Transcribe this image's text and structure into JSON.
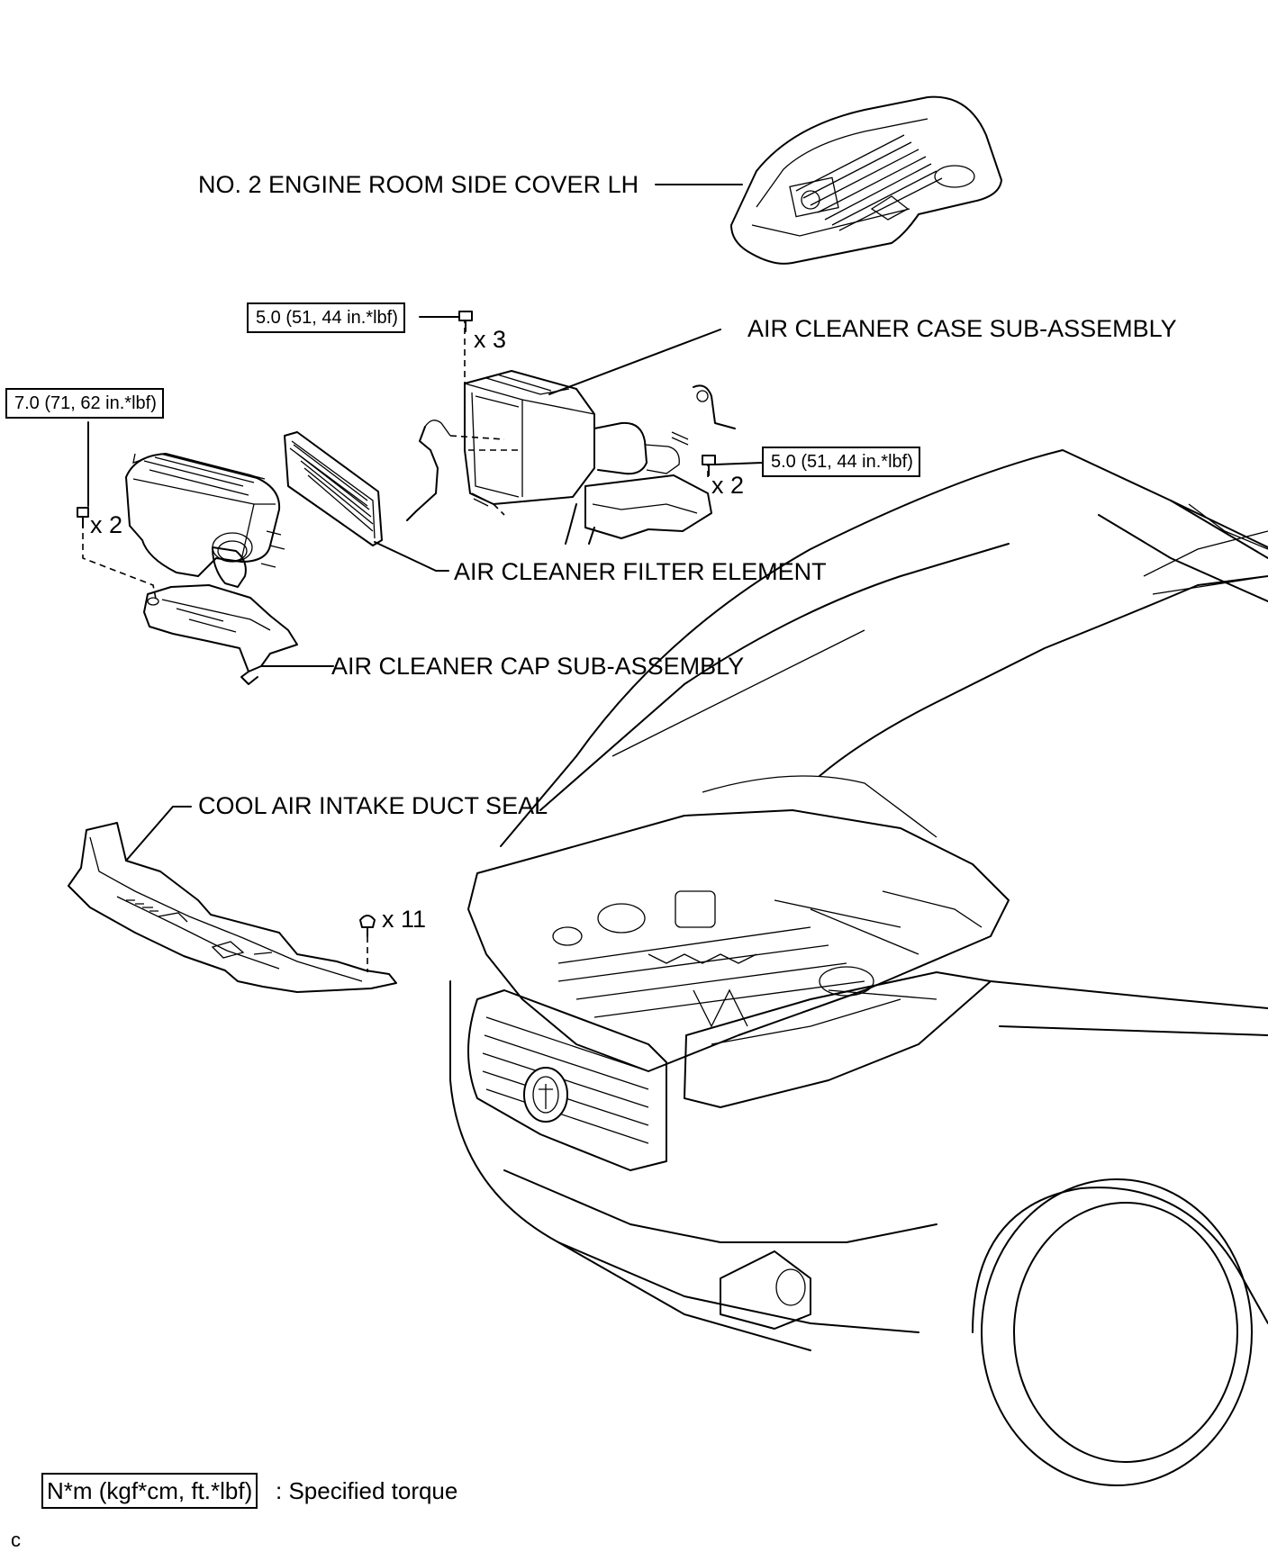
{
  "labels": {
    "engine_cover": "NO. 2 ENGINE ROOM SIDE COVER LH",
    "case": "AIR CLEANER CASE SUB-ASSEMBLY",
    "filter": "AIR CLEANER FILTER ELEMENT",
    "cap": "AIR CLEANER CAP SUB-ASSEMBLY",
    "duct_seal": "COOL AIR INTAKE DUCT SEAL"
  },
  "torque": {
    "case_top": "5.0 (51, 44 in.*lbf)",
    "cap": "7.0 (71, 62 in.*lbf)",
    "case_side": "5.0 (51, 44 in.*lbf)"
  },
  "quantities": {
    "case_top": "x 3",
    "cap": "x 2",
    "case_side": "x 2",
    "clips": "x 11"
  },
  "legend": {
    "unit_box": "N*m (kgf*cm, ft.*lbf)",
    "text": ": Specified torque"
  },
  "corner_mark": "c"
}
